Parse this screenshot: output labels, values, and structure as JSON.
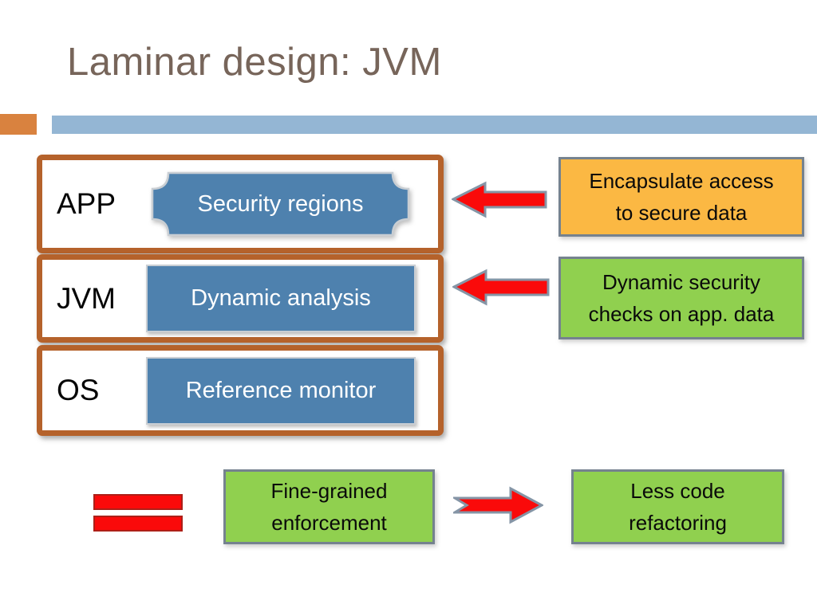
{
  "title": "Laminar design: JVM",
  "layers": [
    {
      "label": "APP",
      "component": "Security regions"
    },
    {
      "label": "JVM",
      "component": "Dynamic analysis"
    },
    {
      "label": "OS",
      "component": "Reference monitor"
    }
  ],
  "callouts": {
    "encapsulate": {
      "lines": [
        "Encapsulate access",
        "to secure data"
      ]
    },
    "dynamic_checks": {
      "lines": [
        "Dynamic security",
        "checks on app. data"
      ]
    },
    "fine_grained": {
      "lines": [
        "Fine-grained",
        "enforcement"
      ]
    },
    "less_refactoring": {
      "lines": [
        "Less code",
        "refactoring"
      ]
    }
  },
  "colors": {
    "title_text": "#77655A",
    "accent_square": "#D9823F",
    "header_bar": "#94B6D4",
    "layer_border": "#B5622B",
    "component_fill": "#4E81AE",
    "component_stroke": "#C9CED3",
    "component_text": "#FFFFFF",
    "callout_orange": "#FBB843",
    "callout_green": "#90D04F",
    "callout_border": "#75828F",
    "arrow_red": "#FA0A0A",
    "arrow_outline": "#8595A6",
    "label_text": "#000000"
  }
}
